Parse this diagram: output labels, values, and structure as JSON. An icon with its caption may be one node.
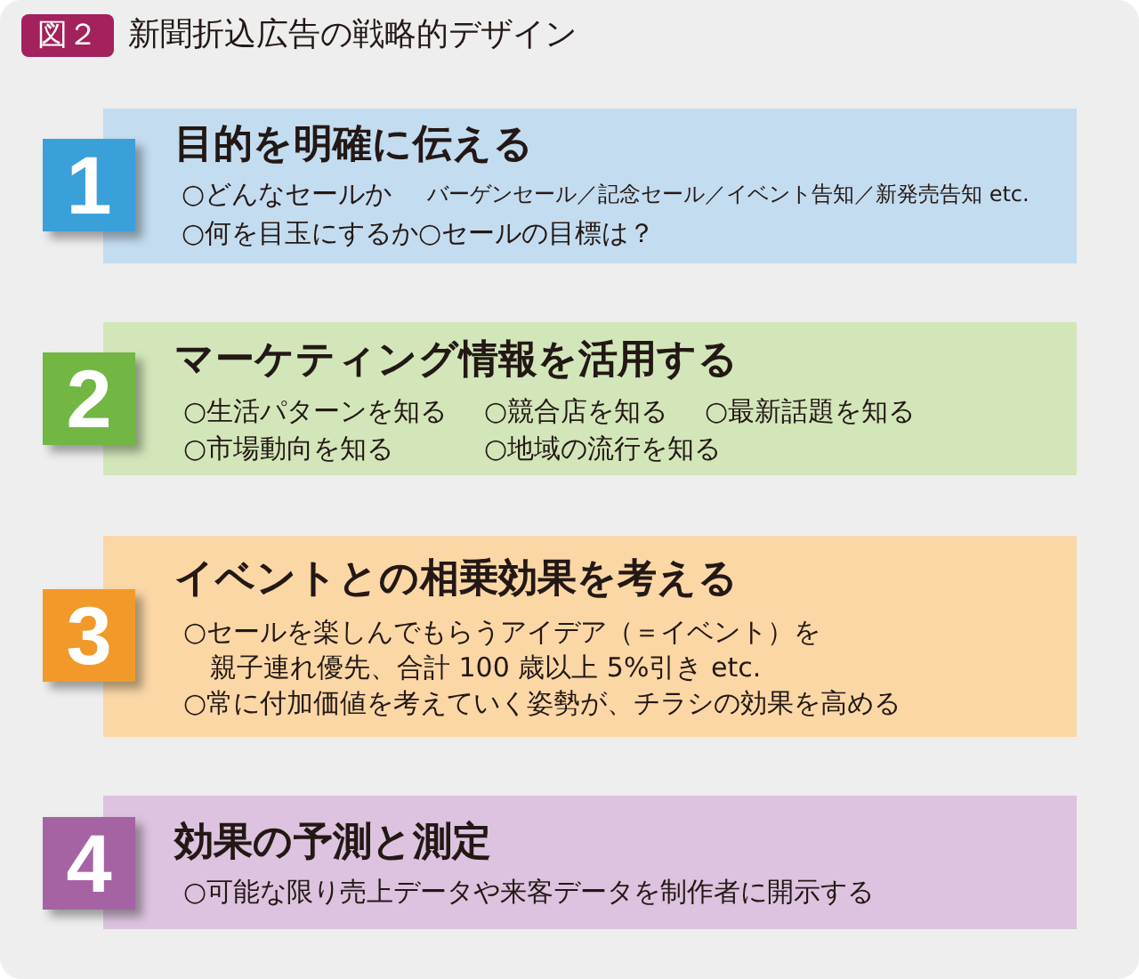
{
  "diagram": {
    "title": "新聞折込広告の戦略的デザイン",
    "nodes": [
      {
        "text": [
          "図２"
        ]
      },
      {
        "text": [
          "1"
        ]
      },
      {
        "text": [
          "目的を明確に伝える",
          "○どんなセールか",
          "バーゲンセール／記念セール／イベント告知／新発売告知 etc.",
          "○何を目玉にするか",
          "○セールの目標は？"
        ]
      },
      {
        "text": [
          "2"
        ]
      },
      {
        "text": [
          "マーケティング情報を活用する",
          "○生活パターンを知る",
          "○競合店を知る",
          "○最新話題を知る",
          "○市場動向を知る",
          "○地域の流行を知る"
        ]
      },
      {
        "text": [
          "3"
        ]
      },
      {
        "text": [
          "イベントとの相乗効果を考える",
          "○セールを楽しんでもらうアイデア（＝イベント）を親子連れ優先、合計 100 歳以上 5%引き etc.",
          "○常に付加価値を考えていく姿勢が、チラシの効果を高める"
        ]
      },
      {
        "text": [
          "4"
        ]
      },
      {
        "text": [
          "効果の予測と測定",
          "○可能な限り売上データや来客データを制作者に開示する"
        ]
      }
    ]
  }
}
